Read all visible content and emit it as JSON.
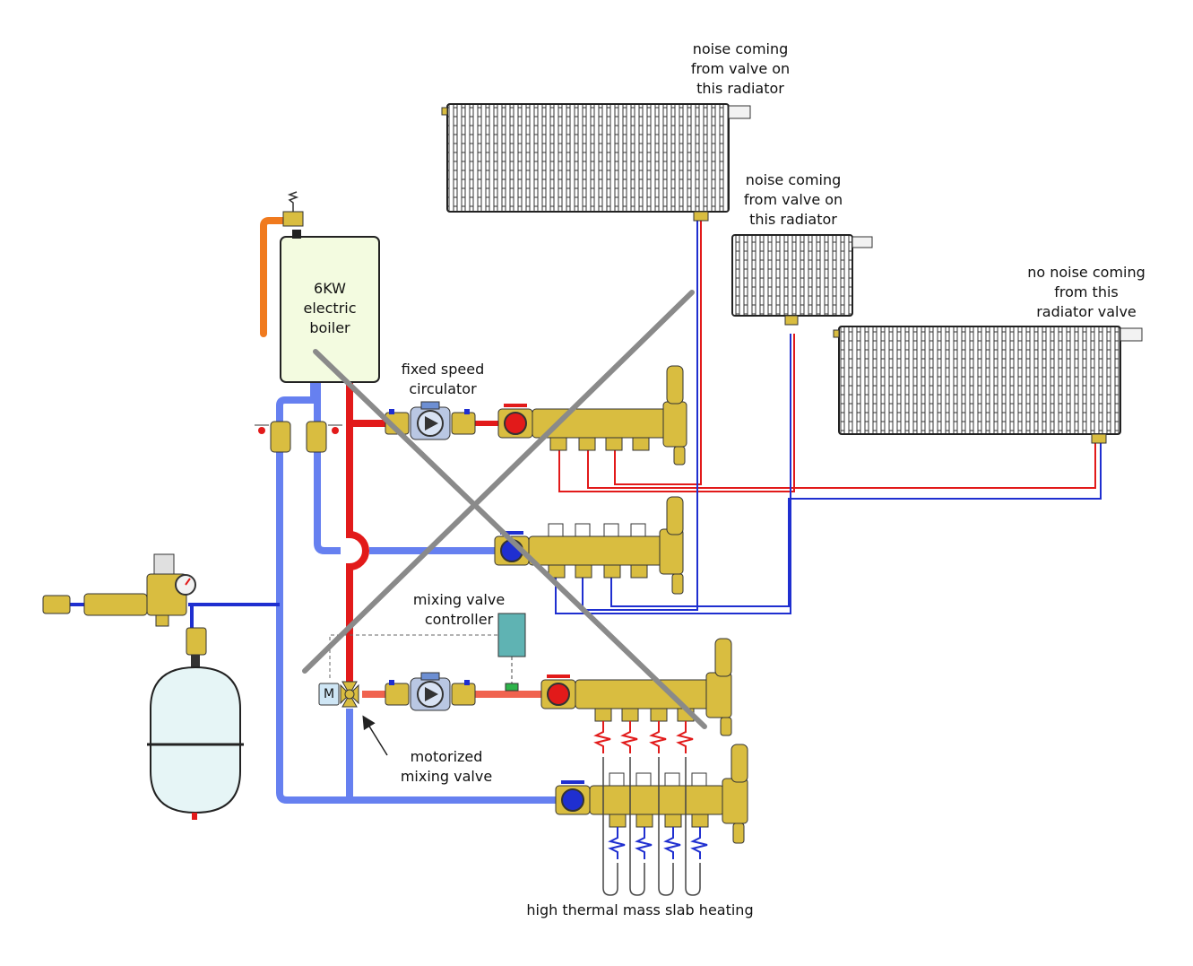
{
  "colors": {
    "supply": "#e21a1a",
    "return": "#1f2fd0",
    "return_main": "#6680f0",
    "mixed_supply": "#f0634f",
    "relief_pipe": "#f07a1e",
    "brass": "#d9bd40",
    "boiler_fill": "#f3fbe0",
    "tank_fill": "#e6f5f6",
    "controller_fill": "#5fb3b3",
    "cross_out": "#8a8a8a"
  },
  "labels": {
    "radiator1_note": [
      "noise coming",
      "from valve on",
      "this radiator"
    ],
    "radiator2_note": [
      "noise coming",
      "from valve on",
      "this radiator"
    ],
    "radiator3_note": [
      "no noise coming",
      "from this",
      "radiator valve"
    ],
    "boiler": [
      "6KW",
      "electric",
      "boiler"
    ],
    "circulator": [
      "fixed speed",
      "circulator"
    ],
    "controller": [
      "mixing valve",
      "controller"
    ],
    "mixing_valve": [
      "motorized",
      "mixing valve"
    ],
    "slab": [
      "high thermal mass slab heating"
    ],
    "actuator_symbol": "M"
  }
}
